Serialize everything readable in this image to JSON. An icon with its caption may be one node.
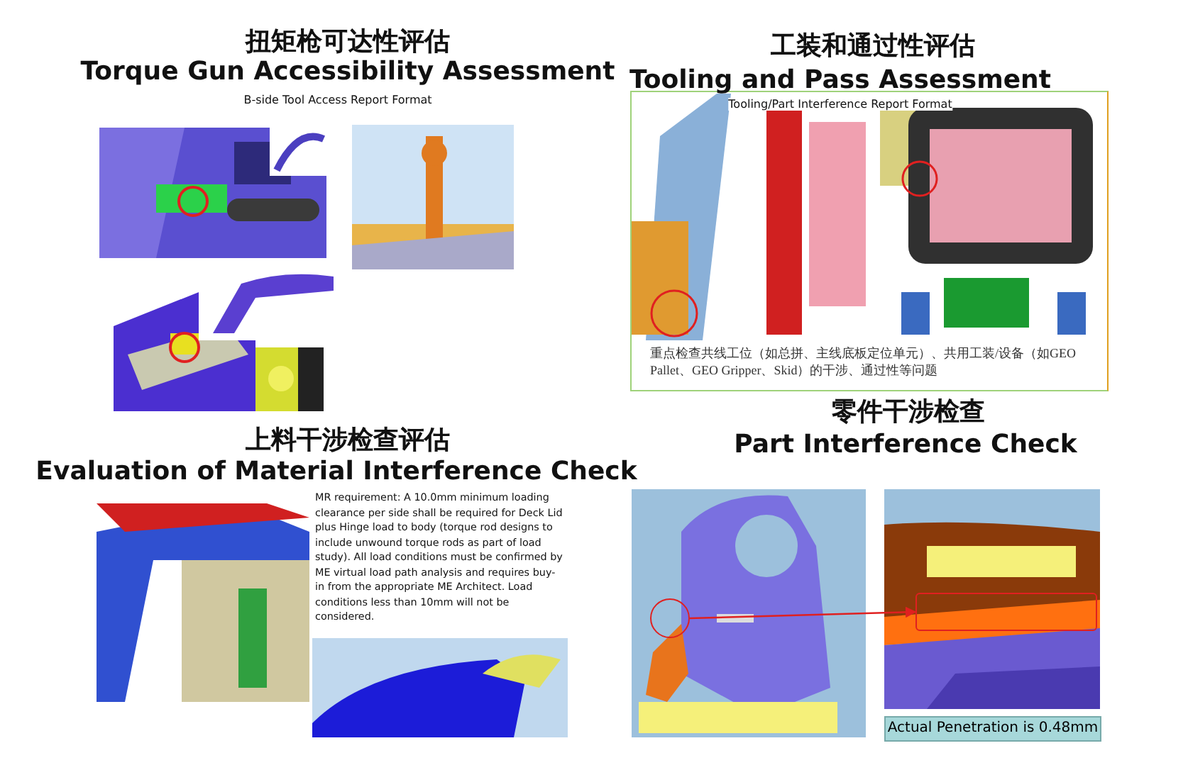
{
  "diagram": {
    "nodes": [
      {
        "text": [
          "Actual Penetration is 0.48mm"
        ]
      },
      {
        "text": [],
        "shape": "circle"
      },
      {
        "text": [],
        "shape": "box"
      }
    ],
    "edges": [
      {
        "from": 1,
        "to": 2,
        "arrow": "to",
        "color": "#e02020"
      }
    ],
    "labels": [
      "扭矩枪可达性评估",
      "Torque Gun Accessibility Assessment",
      "B-side Tool Access Report Format",
      "工装和通过性评估",
      "Tooling and Pass Assessment",
      "Tooling/Part Interference Report Format",
      "重点检查共线工位（如总拼、主线底板定位单元）、共用工装/设备（如GEO Pallet、GEO Gripper、Skid）的干涉、通过性等问题",
      "上料干涉检查评估",
      "Evaluation of Material Interference Check",
      "MR requirement: A 10.0mm minimum loading clearance per side shall be required for Deck Lid plus Hinge load to body (torque rod designs to include unwound torque rods as part of load study). All load conditions must be confirmed by ME virtual load path analysis and requires buy-in from the appropriate ME Architect. Load conditions less than 10mm will not be considered.",
      "零件干涉检查",
      "Part Interference Check"
    ]
  }
}
